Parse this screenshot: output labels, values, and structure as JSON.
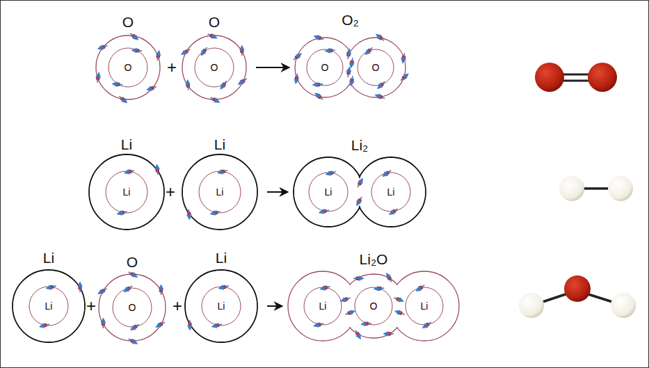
{
  "diagram": {
    "nodes": [
      {
        "text": [
          "O"
        ]
      },
      {
        "text": [
          "O"
        ],
        "in": 0
      },
      {
        "text": [
          "O"
        ]
      },
      {
        "text": [
          "O"
        ],
        "in": 2
      },
      {
        "text": [
          "O₂"
        ]
      },
      {
        "text": [
          "O"
        ],
        "in": 4
      },
      {
        "text": [
          "O"
        ],
        "in": 4
      },
      {
        "text": [
          "Li"
        ]
      },
      {
        "text": [
          "Li"
        ],
        "in": 7
      },
      {
        "text": [
          "Li"
        ]
      },
      {
        "text": [
          "Li"
        ],
        "in": 9
      },
      {
        "text": [
          "Li₂"
        ]
      },
      {
        "text": [
          "Li"
        ],
        "in": 11
      },
      {
        "text": [
          "Li"
        ],
        "in": 11
      },
      {
        "text": [
          "Li"
        ]
      },
      {
        "text": [
          "Li"
        ],
        "in": 14
      },
      {
        "text": [
          "O"
        ]
      },
      {
        "text": [
          "O"
        ],
        "in": 16
      },
      {
        "text": [
          "Li"
        ]
      },
      {
        "text": [
          "Li"
        ],
        "in": 18
      },
      {
        "text": [
          "Li₂O"
        ]
      },
      {
        "text": [
          "Li"
        ],
        "in": 20
      },
      {
        "text": [
          "O"
        ],
        "in": 20
      },
      {
        "text": [
          "Li"
        ],
        "in": 20
      }
    ],
    "edges": [
      {
        "from": 2,
        "to": 4,
        "arrow": "to"
      },
      {
        "from": 9,
        "to": 11,
        "arrow": "to"
      },
      {
        "from": 18,
        "to": 20,
        "arrow": "to"
      }
    ],
    "labels": [
      "+",
      "+",
      "+",
      "+"
    ]
  }
}
